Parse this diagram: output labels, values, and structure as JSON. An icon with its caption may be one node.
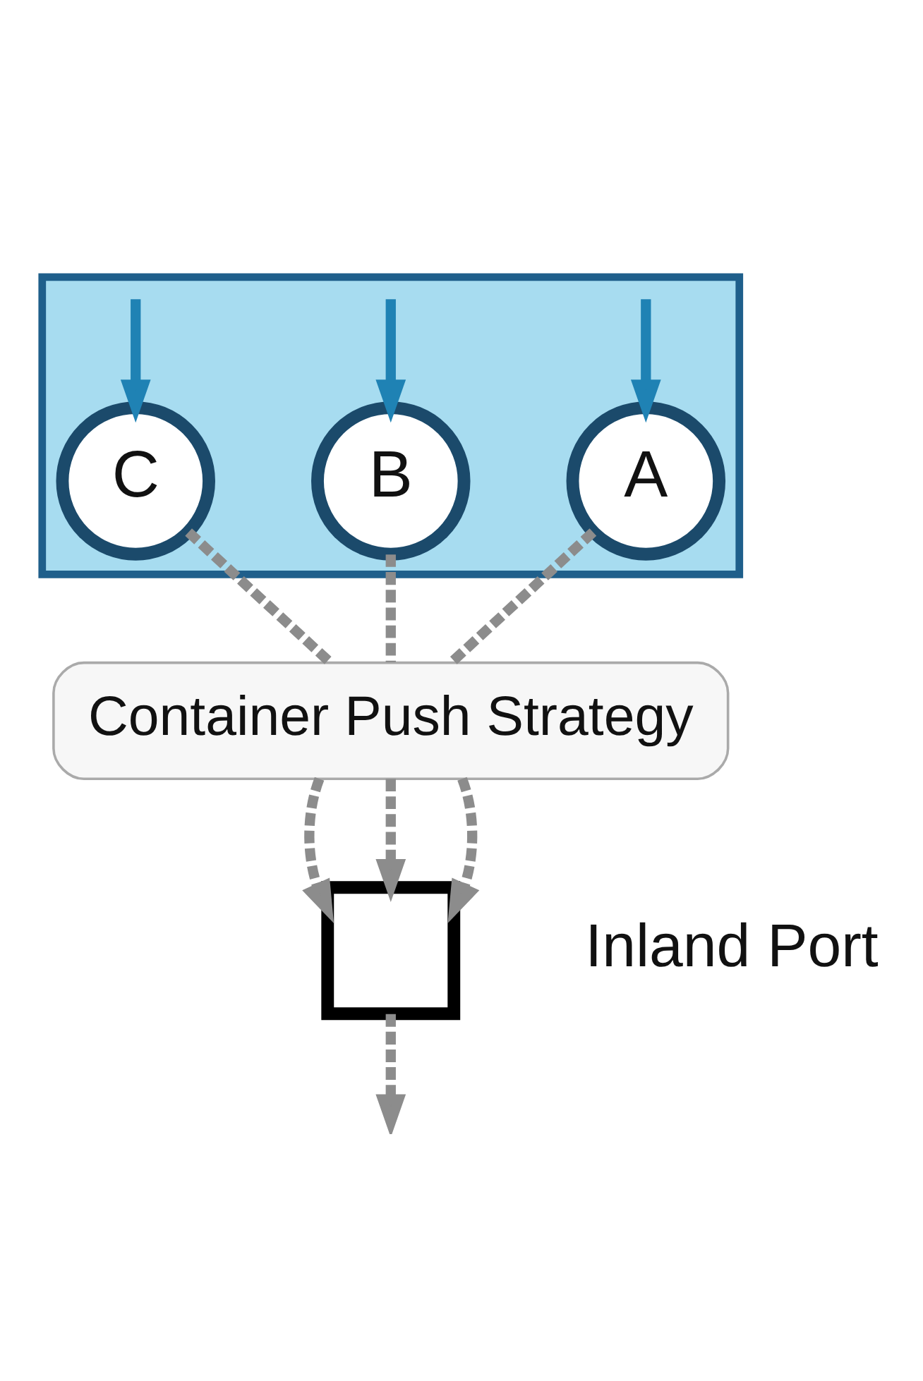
{
  "diagram": {
    "nodes": [
      {
        "text": [],
        "shape": "band"
      },
      {
        "text": [
          "A"
        ],
        "in": 0
      },
      {
        "text": [
          "B"
        ],
        "in": 0
      },
      {
        "text": [
          "C"
        ],
        "in": 0
      },
      {
        "text": [
          "Container Push Strategy"
        ]
      },
      {
        "text": [],
        "shape": "box",
        "beside": [
          "Inland Port"
        ]
      }
    ],
    "edges": [
      {
        "from": null,
        "to": 1,
        "arrow": "to",
        "color": "#1f82b4"
      },
      {
        "from": null,
        "to": 2,
        "arrow": "to",
        "color": "#1f82b4"
      },
      {
        "from": null,
        "to": 3,
        "arrow": "to",
        "color": "#1f82b4"
      },
      {
        "from": 1,
        "to": 4,
        "arrow": "none",
        "style": "dashed"
      },
      {
        "from": 2,
        "to": 4,
        "arrow": "none",
        "style": "dashed"
      },
      {
        "from": 3,
        "to": 4,
        "arrow": "none",
        "style": "dashed"
      },
      {
        "from": 4,
        "to": 5,
        "arrow": "to",
        "style": "dashed"
      },
      {
        "from": 4,
        "to": 5,
        "arrow": "to",
        "style": "dashed"
      },
      {
        "from": 4,
        "to": 5,
        "arrow": "to",
        "style": "dashed"
      },
      {
        "from": 5,
        "to": null,
        "arrow": "to",
        "style": "dashed"
      }
    ]
  }
}
